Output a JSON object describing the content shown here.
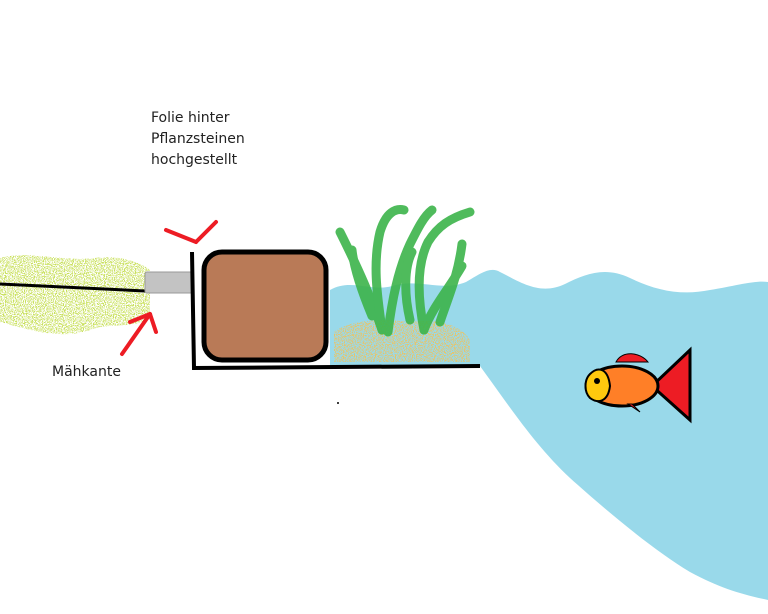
{
  "labels": {
    "folie": {
      "line1": "Folie hinter",
      "line2": "Pflanzsteinen",
      "line3": "hochgestellt"
    },
    "maehkante": "Mähkante"
  },
  "colors": {
    "water": "#99d9ea",
    "stone": "#b97a57",
    "plant": "#3cb44b",
    "gravel": "#e8c46a",
    "grass": "#c8e05a",
    "edging": "#c3c3c3",
    "arrow": "#ed1c24",
    "fish_body": "#ff7f27",
    "fish_tail": "#ed1c24",
    "outline": "#000000"
  }
}
